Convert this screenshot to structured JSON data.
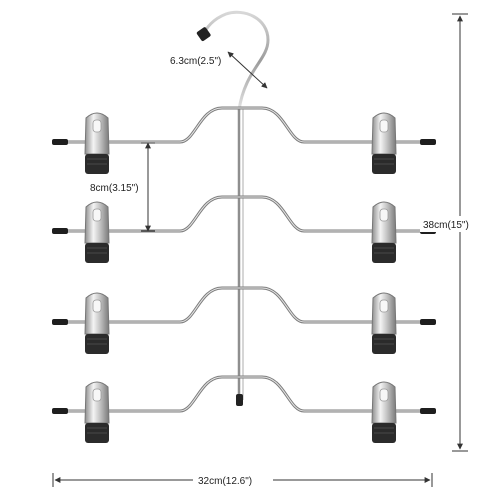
{
  "dimensions": {
    "hook_opening": "6.3cm(2.5\")",
    "tier_spacing": "8cm(3.15\")",
    "total_height": "38cm(15\")",
    "total_width": "32cm(12.6\")"
  },
  "product": {
    "tier_count": 4,
    "clips_per_tier": 2,
    "bar_color": "#9a9a9a",
    "clip_color": "#bdbdbd",
    "clip_pad_color": "#2b2b2b",
    "dimension_line_color": "#333333"
  }
}
